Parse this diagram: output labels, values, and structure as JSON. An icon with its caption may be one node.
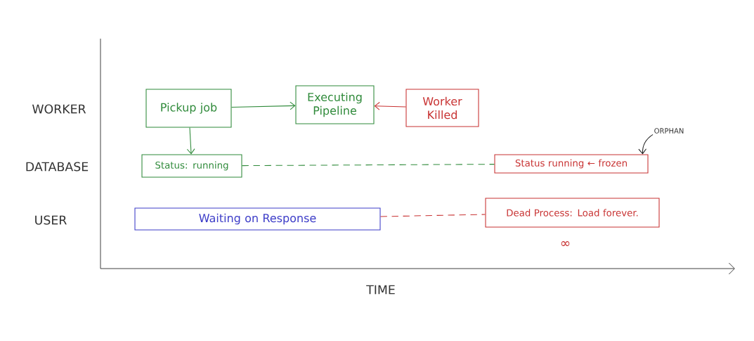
{
  "diagram": {
    "nodes": [
      {
        "text": [
          "Pickup job"
        ]
      },
      {
        "text": [
          "Executing Pipeline"
        ]
      },
      {
        "text": [
          "Worker Killed"
        ]
      },
      {
        "text": [
          "Status: running"
        ]
      },
      {
        "text": [
          "Status running ← frozen"
        ]
      },
      {
        "text": [
          "Waiting on Response"
        ]
      },
      {
        "text": [
          "Dead Process: Load forever."
        ],
        "beside": [
          "∞"
        ]
      },
      {
        "text": [
          "ORPHAN"
        ]
      }
    ],
    "edges": [
      {
        "from": 0,
        "to": 1,
        "arrow": "to"
      },
      {
        "from": 0,
        "to": 3,
        "arrow": "to"
      },
      {
        "from": 2,
        "to": 1,
        "arrow": "to",
        "color": "#c83232"
      },
      {
        "from": 3,
        "to": 4,
        "arrow": "none",
        "style": "dashed"
      },
      {
        "from": 5,
        "to": 6,
        "arrow": "none",
        "style": "dashed",
        "color": "#c83232"
      },
      {
        "from": 7,
        "to": 4,
        "arrow": "to",
        "color": "#222222"
      }
    ],
    "labels": [
      "WORKER",
      "DATABASE",
      "USER",
      "TIME"
    ]
  }
}
